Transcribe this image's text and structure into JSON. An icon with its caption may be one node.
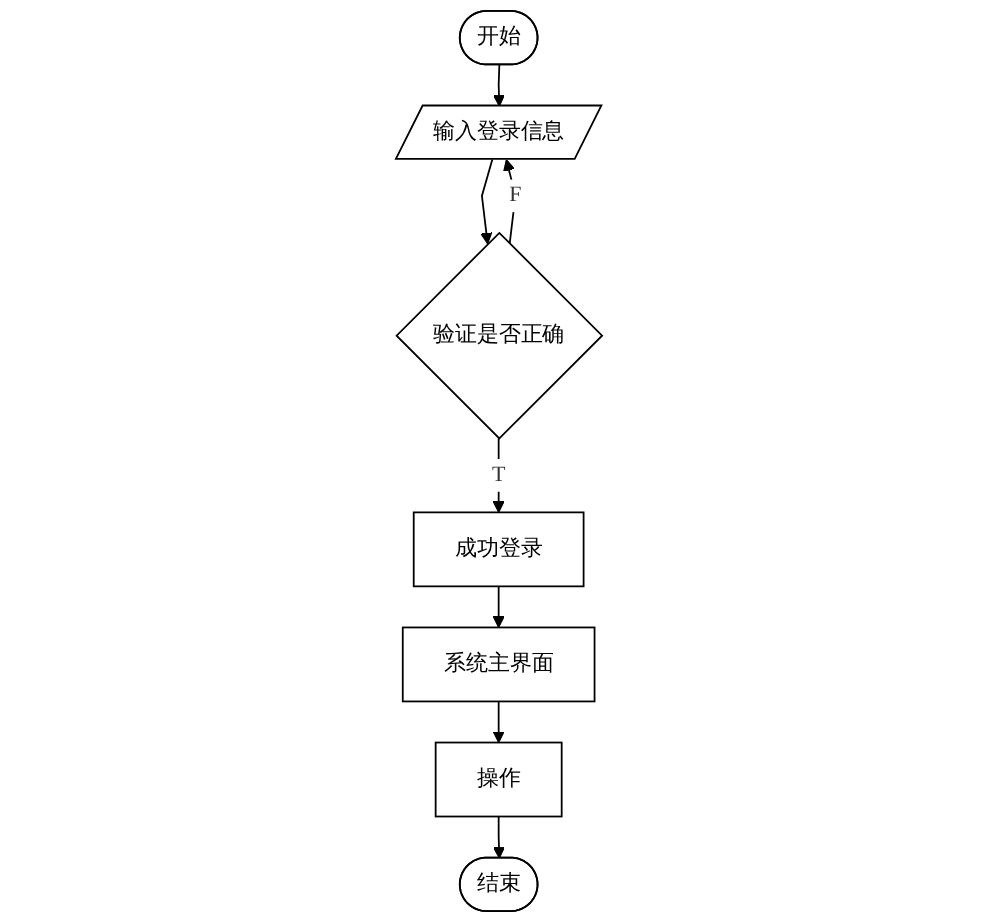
{
  "diagram": {
    "nodes": [
      {
        "text": [
          "开始"
        ]
      },
      {
        "text": [
          "输入登录信息"
        ]
      },
      {
        "text": [
          "验证是否正确"
        ]
      },
      {
        "text": [
          "成功登录"
        ]
      },
      {
        "text": [
          "系统主界面"
        ]
      },
      {
        "text": [
          "操作"
        ]
      },
      {
        "text": [
          "结束"
        ]
      }
    ],
    "edges": [
      {
        "from": 0,
        "to": 1,
        "arrow": "to"
      },
      {
        "from": 1,
        "to": 2,
        "arrow": "to"
      },
      {
        "from": 2,
        "to": 1,
        "arrow": "to",
        "label": "F"
      },
      {
        "from": 2,
        "to": 3,
        "arrow": "to",
        "label": "T"
      },
      {
        "from": 3,
        "to": 4,
        "arrow": "to"
      },
      {
        "from": 4,
        "to": 5,
        "arrow": "to"
      },
      {
        "from": 5,
        "to": 6,
        "arrow": "to"
      }
    ]
  }
}
